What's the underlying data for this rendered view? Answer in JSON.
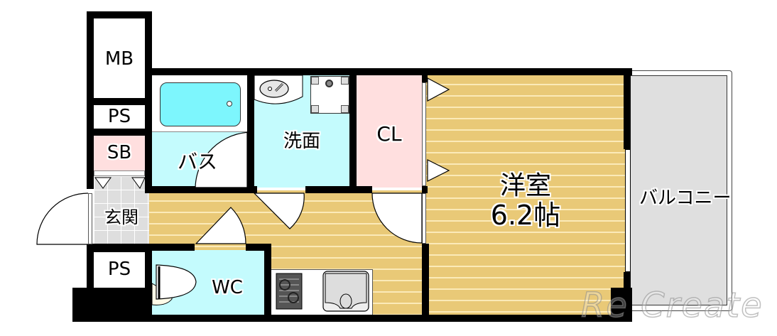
{
  "floorplan": {
    "rooms": {
      "mb": {
        "label": "MB"
      },
      "ps_top": {
        "label": "PS"
      },
      "sb": {
        "label": "SB"
      },
      "entrance": {
        "label": "玄関"
      },
      "ps_bottom": {
        "label": "PS"
      },
      "bath": {
        "label": "バス"
      },
      "washroom": {
        "label": "洗面"
      },
      "closet": {
        "label": "CL"
      },
      "wc": {
        "label": "WC"
      },
      "western_room": {
        "label": "洋室",
        "size": "6.2帖"
      },
      "balcony": {
        "label": "バルコニー"
      }
    },
    "fixtures": [
      "bathtub-icon",
      "wash-basin-icon",
      "washing-machine-pan-icon",
      "toilet-icon",
      "gas-stove-icon",
      "kitchen-sink-icon"
    ],
    "watermark": "Re Create",
    "colors": {
      "wall": "#000000",
      "wood_floor": "#e9c977",
      "wet_area": "#c4fbfd",
      "bathtub": "#7df6fd",
      "closet": "#ffdfdf",
      "tile": "#dedede",
      "balcony": "#dfdfdf"
    }
  }
}
